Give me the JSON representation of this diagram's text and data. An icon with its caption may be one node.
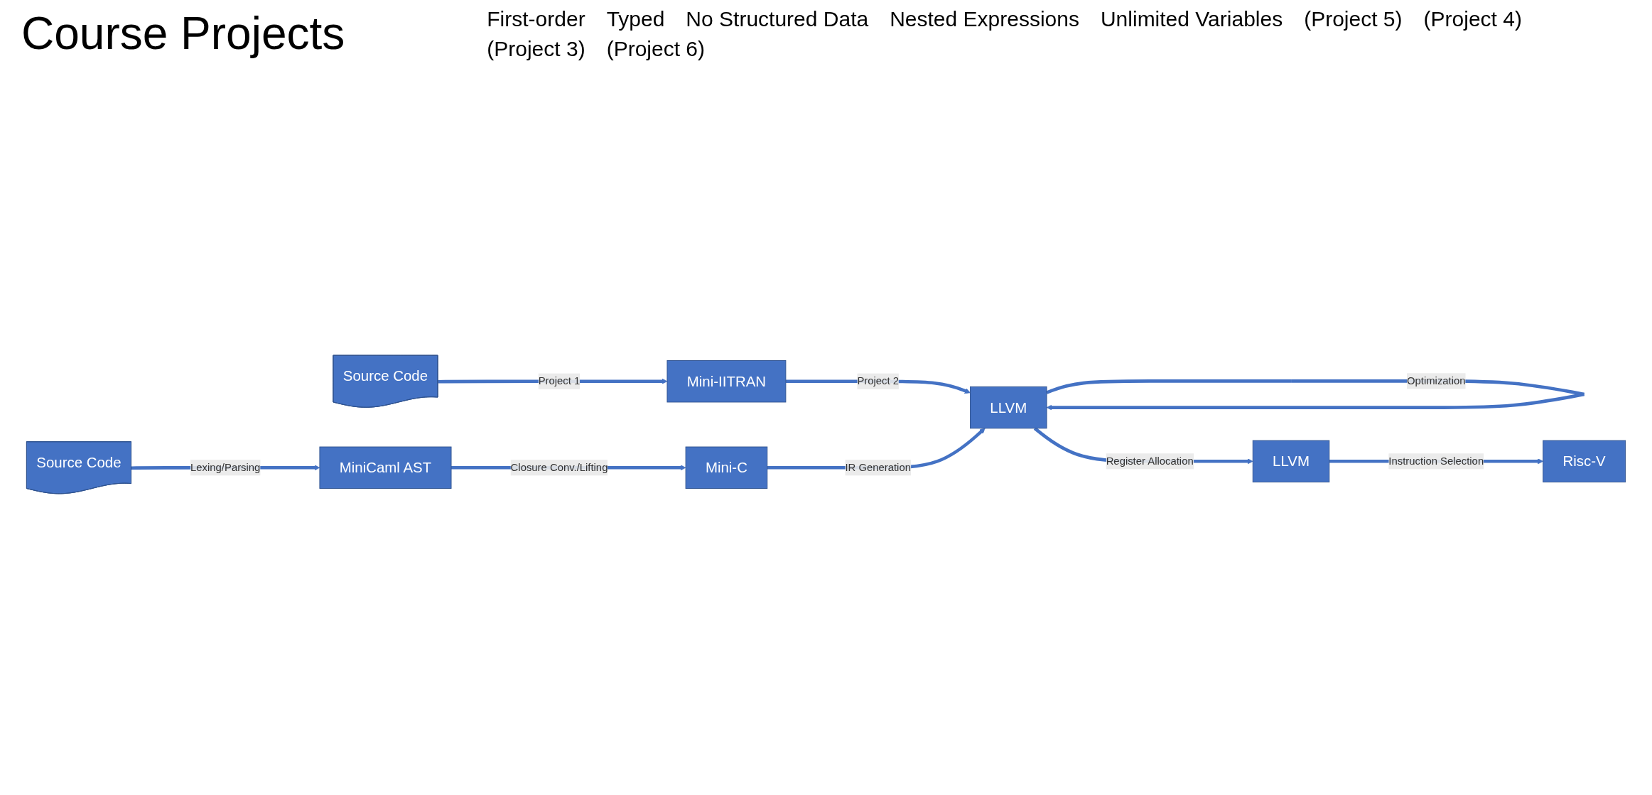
{
  "diagram": {
    "title": "Course Projects",
    "nodes": [
      {
        "text": [
          "Source Code"
        ]
      },
      {
        "text": [
          "Mini-IITRAN"
        ]
      },
      {
        "text": [
          "Source Code"
        ]
      },
      {
        "text": [
          "MiniCaml AST"
        ]
      },
      {
        "text": [
          "Mini-C"
        ]
      },
      {
        "text": [
          "LLVM"
        ]
      },
      {
        "text": [
          "LLVM"
        ]
      },
      {
        "text": [
          "Risc-V"
        ]
      }
    ],
    "edges": [
      {
        "from": 0,
        "to": 1,
        "arrow": "to",
        "label": "Project 1"
      },
      {
        "from": 1,
        "to": 5,
        "arrow": "to",
        "label": "Project 2"
      },
      {
        "from": 2,
        "to": 3,
        "arrow": "to",
        "label": "Lexing/Parsing"
      },
      {
        "from": 3,
        "to": 4,
        "arrow": "to",
        "label": "Closure Conv./Lifting"
      },
      {
        "from": 4,
        "to": 5,
        "arrow": "to",
        "label": "IR Generation"
      },
      {
        "from": 5,
        "to": 5,
        "arrow": "to",
        "label": "Optimization"
      },
      {
        "from": 5,
        "to": 6,
        "arrow": "to",
        "label": "Register Allocation"
      },
      {
        "from": 6,
        "to": 7,
        "arrow": "to",
        "label": "Instruction Selection"
      }
    ],
    "labels": [
      "First-order",
      "Typed",
      "No Structured Data",
      "Nested Expressions",
      "Unlimited Variables",
      "(Project 5)",
      "(Project 4)",
      "(Project 3)",
      "(Project 6)"
    ]
  }
}
